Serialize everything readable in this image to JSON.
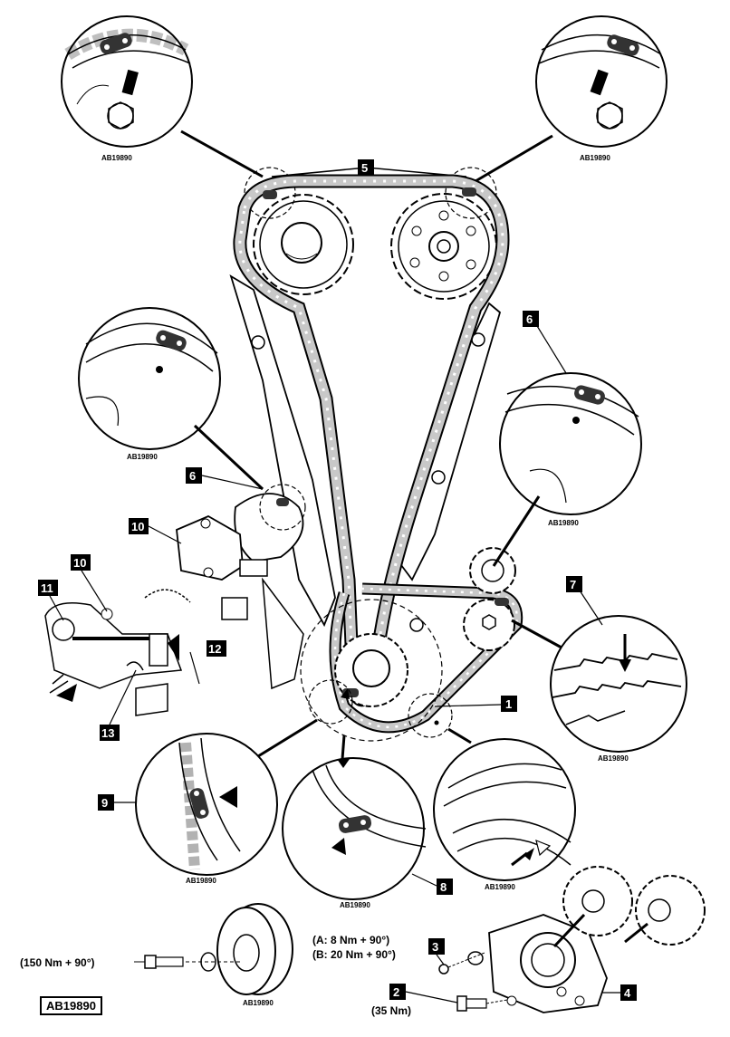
{
  "callouts": {
    "c1": "1",
    "c2": "2",
    "c3": "3",
    "c4": "4",
    "c5": "5",
    "c6a": "6",
    "c6b": "6",
    "c7": "7",
    "c8": "8",
    "c9": "9",
    "c10a": "10",
    "c10b": "10",
    "c11": "11",
    "c12": "12",
    "c13": "13"
  },
  "figure_code": "AB19890",
  "torques": {
    "crank_bolt": "(150 Nm + 90°)",
    "tensioner_a": "(A: 8 Nm + 90°)",
    "tensioner_b": "(B: 20 Nm + 90°)",
    "bolt_2": "(35 Nm)"
  },
  "colors": {
    "ink": "#000000",
    "paper": "#ffffff",
    "chain_grey": "#bdbdbd",
    "link_dark": "#333333"
  }
}
